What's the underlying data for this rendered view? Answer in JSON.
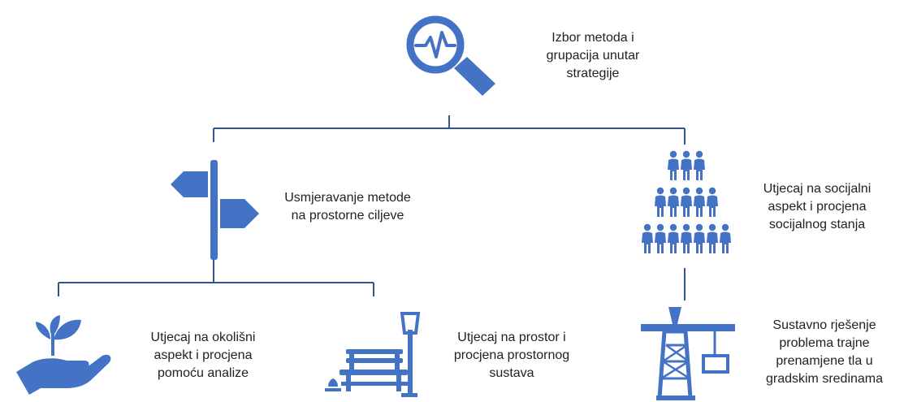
{
  "diagram": {
    "accent_color": "#4472C4",
    "line_color": "#2F5597",
    "nodes": {
      "root": {
        "text": "Izbor metoda i\ngrupacija unutar\nstrategije",
        "icon": "magnifier-pulse-icon"
      },
      "spatial_direction": {
        "text": "Usmjeravanje metode\nna prostorne ciljeve",
        "icon": "signpost-icon"
      },
      "social": {
        "text": "Utjecaj na socijalni\naspekt i procjena\nsocijalnog stanja",
        "icon": "people-pyramid-icon"
      },
      "environment": {
        "text": "Utjecaj na okolišni\naspekt i procjena\npomoću analize",
        "icon": "hand-plant-icon"
      },
      "space": {
        "text": "Utjecaj na prostor i\nprocjena prostornog\nsustava",
        "icon": "bench-lamp-icon"
      },
      "systemic": {
        "text": "Sustavno rješenje\nproblema trajne\nprenamjene tla u\ngradskim sredinama",
        "icon": "construction-crane-icon"
      }
    }
  }
}
